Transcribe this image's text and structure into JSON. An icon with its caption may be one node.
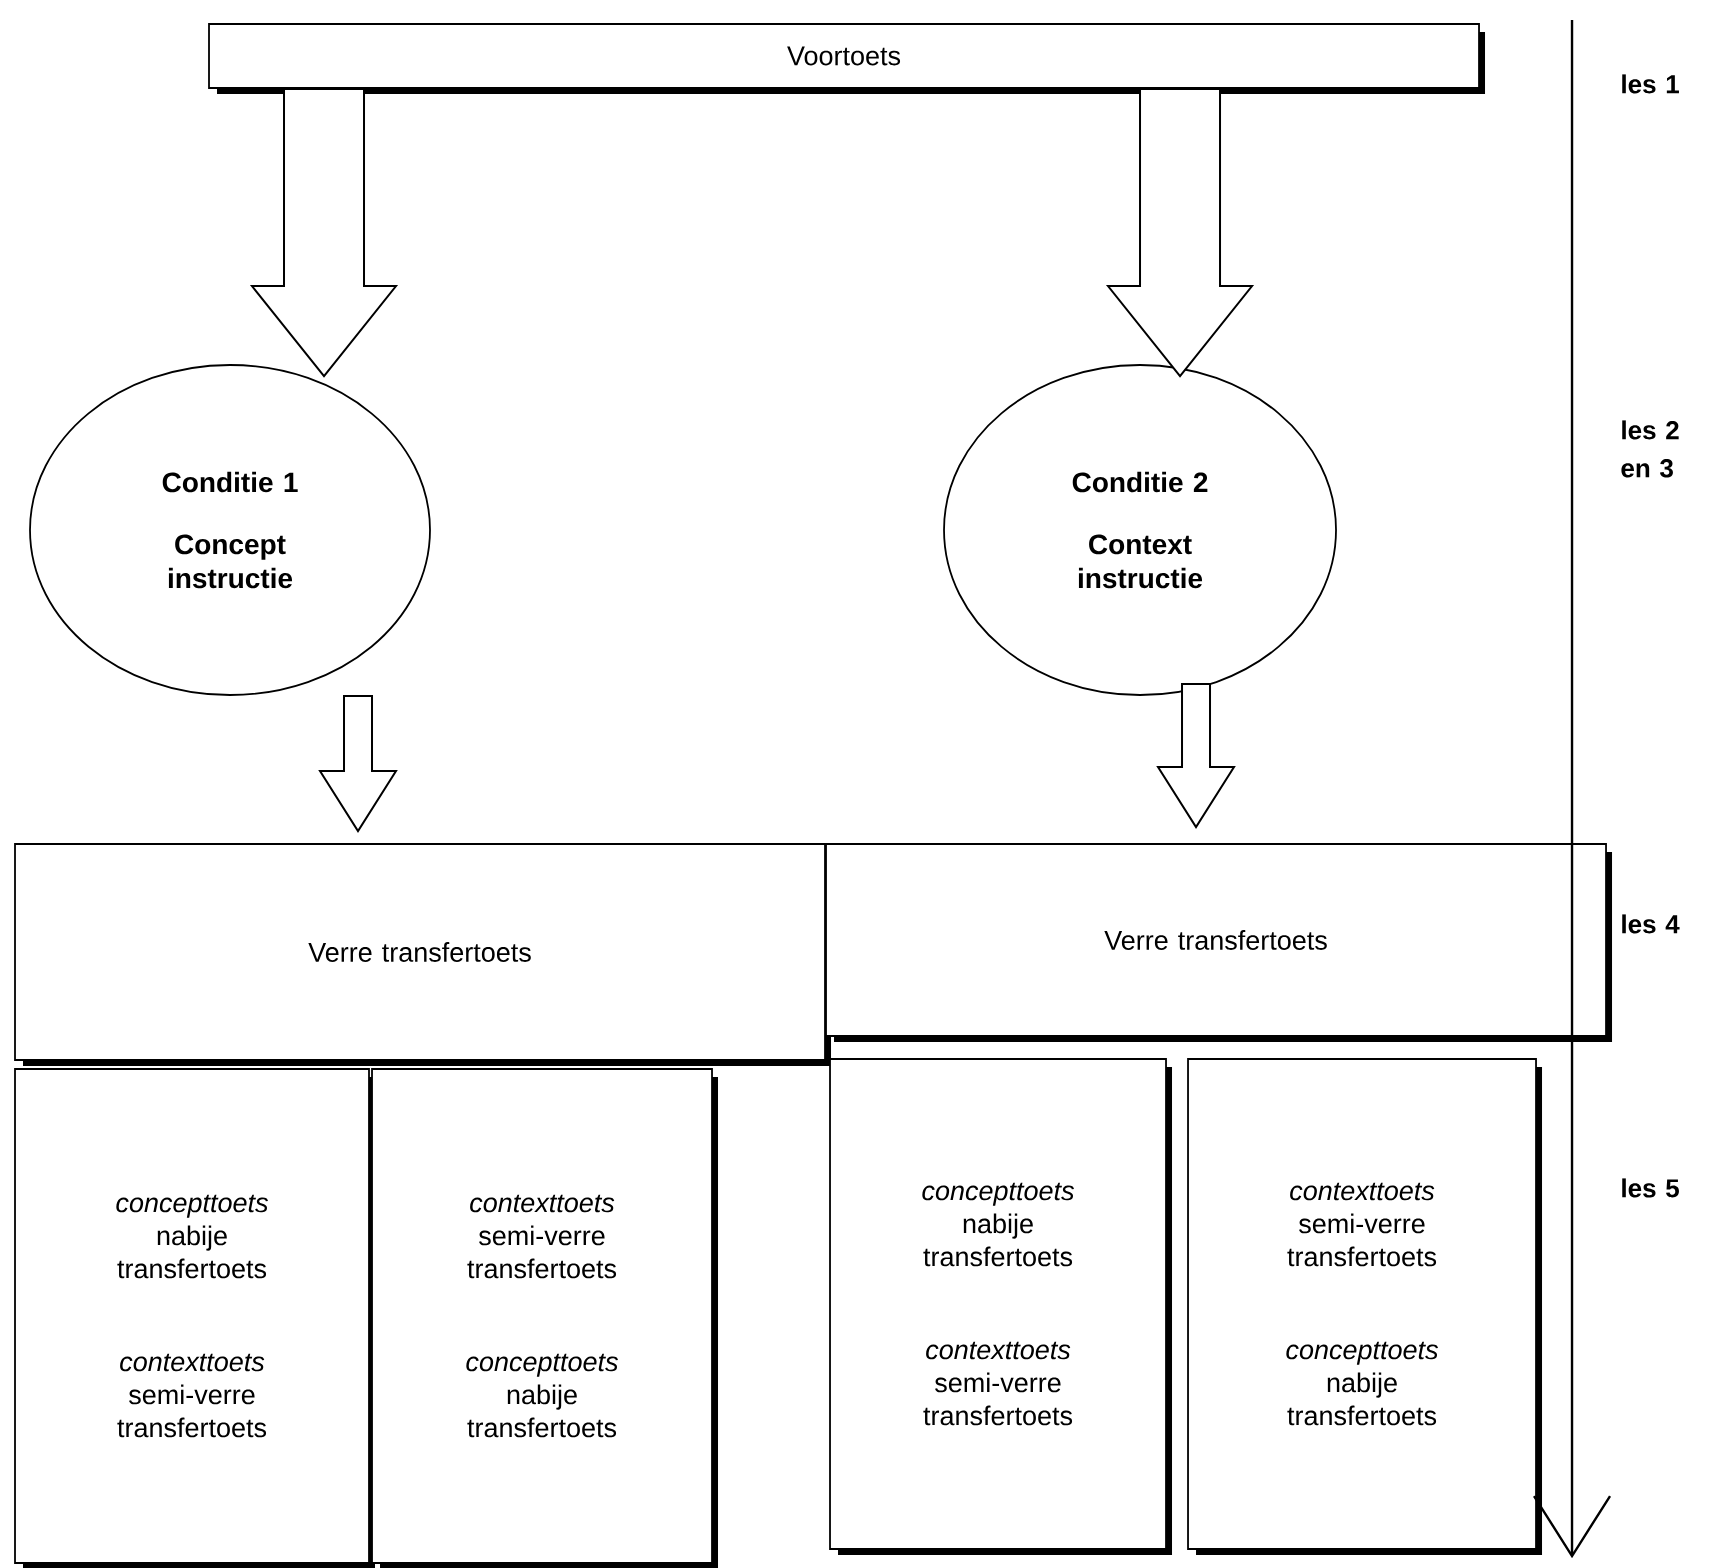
{
  "diagram": {
    "nodes": [
      {
        "text": [
          "Voortoets"
        ]
      },
      {
        "text": [
          "Conditie 1",
          "Concept instructie"
        ]
      },
      {
        "text": [
          "Conditie 2",
          "Context instructie"
        ]
      },
      {
        "text": [
          "Verre transfertoets"
        ]
      },
      {
        "text": [
          "Verre transfertoets"
        ]
      },
      {
        "text": [
          "*concepttoets* nabije transfertoets",
          "*contexttoets* semi-verre transfertoets"
        ]
      },
      {
        "text": [
          "*contexttoets* semi-verre transfertoets",
          "*concepttoets* nabije transfertoets"
        ]
      },
      {
        "text": [
          "*concepttoets* nabije transfertoets",
          "*contexttoets* semi-verre transfertoets"
        ]
      },
      {
        "text": [
          "*contexttoets* semi-verre transfertoets",
          "*concepttoets* nabije transfertoets"
        ]
      }
    ],
    "edges": [
      {
        "from": 0,
        "to": 1,
        "arrow": "to"
      },
      {
        "from": 0,
        "to": 2,
        "arrow": "to"
      },
      {
        "from": 1,
        "to": 3,
        "arrow": "to"
      },
      {
        "from": 2,
        "to": 4,
        "arrow": "to"
      }
    ],
    "labels": [
      "les 1",
      "les 2 en 3",
      "les 4",
      "les 5"
    ]
  }
}
